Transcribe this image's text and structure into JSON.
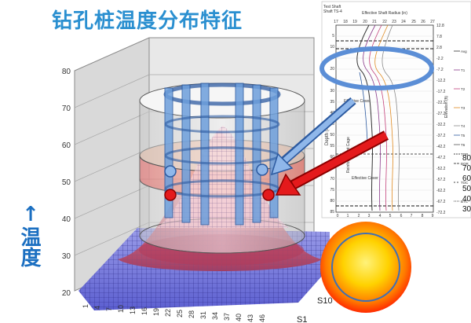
{
  "title": "钻孔桩温度分布特征",
  "y_axis_label": "温度",
  "y_axis_arrow": "↑",
  "z_axis_ticks": [
    "80",
    "70",
    "60",
    "50",
    "40",
    "30",
    "20"
  ],
  "x_axis_ticks": [
    "1",
    "4",
    "7",
    "10",
    "13",
    "16",
    "19",
    "22",
    "25",
    "28",
    "31",
    "34",
    "37",
    "40",
    "43",
    "46"
  ],
  "side_axis_labels": [
    "S10",
    "S1"
  ],
  "inset": {
    "header_lines": [
      "Test Shaft",
      "Shaft TS-4"
    ],
    "top_axis_title": "Effective Shaft Radius (in)",
    "top_ticks": [
      "17",
      "18",
      "19",
      "20",
      "21",
      "22",
      "23",
      "24",
      "25",
      "26",
      "27"
    ],
    "bottom_ticks": [
      "0",
      "1",
      "2",
      "3",
      "4",
      "5",
      "6",
      "7",
      "8",
      "9"
    ],
    "left_axis_title": "Depth (ft)",
    "left_ticks": [
      "5",
      "10",
      "15",
      "20",
      "25",
      "30",
      "35",
      "40",
      "45",
      "50",
      "55",
      "60",
      "65",
      "70",
      "75",
      "80",
      "85"
    ],
    "right_ticks": [
      "12.8",
      "7.8",
      "2.8",
      "-2.2",
      "-7.2",
      "-12.2",
      "-17.2",
      "-22.2",
      "-27.2",
      "-32.2",
      "-37.2",
      "-42.2",
      "-47.2",
      "-52.2",
      "-57.2",
      "-62.2",
      "-67.2",
      "-72.2"
    ],
    "right_axis_title": "Elevation (ft)",
    "cage_label": "Reinforcement Cage",
    "cover_labels": [
      "Effective Cover",
      "Effective Cover"
    ],
    "legend": [
      "Avg",
      "T1",
      "T2",
      "T3",
      "T4",
      "T5",
      "T6",
      "TOR",
      "BOR",
      "TOC",
      "BTC"
    ],
    "edge_numbers": [
      "80",
      "70",
      "60",
      "50",
      "40",
      "30"
    ]
  },
  "colors": {
    "title": "#2a8fd0",
    "axis_label": "#1b6fc1",
    "cool_ring": "#6a9ad8",
    "hot_marker": "#e41a1c",
    "callout_arrow_red": "#e41a1c",
    "callout_arrow_blue": "#5b8ed6",
    "core_hot": "#ffd200",
    "core_edge": "#ff3b00"
  }
}
